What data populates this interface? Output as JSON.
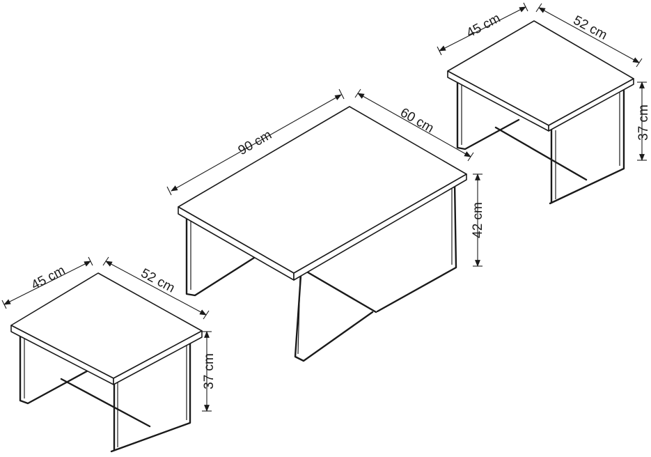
{
  "colors": {
    "line": "#1a1a1a",
    "background": "#ffffff"
  },
  "small_table_left": {
    "depth_label": "45 cm",
    "width_label": "52 cm",
    "height_label": "37 cm"
  },
  "coffee_table_center": {
    "length_label": "90 cm",
    "depth_label": "60 cm",
    "height_label": "42 cm"
  },
  "small_table_right": {
    "depth_label": "45 cm",
    "width_label": "52 cm",
    "height_label": "37 cm"
  }
}
